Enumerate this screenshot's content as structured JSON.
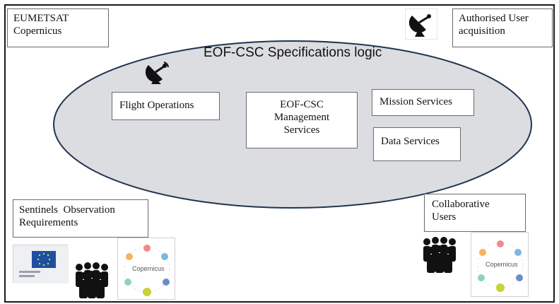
{
  "diagram": {
    "title": "EOF-CSC Specifications logic",
    "boxes": {
      "eumetsat": [
        "EUMETSAT",
        "Copernicus"
      ],
      "authorised": [
        "Authorised User",
        "acquisition"
      ],
      "flight_ops": "Flight Operations",
      "management": [
        "EOF-CSC",
        "Management",
        "Services"
      ],
      "mission": "Mission Services",
      "data": "Data Services",
      "sentinels": [
        "Sentinels  Observation",
        "Requirements"
      ],
      "collaborative": [
        "Collaborative",
        "Users"
      ]
    },
    "logos": {
      "copernicus_left": "Copernicus",
      "copernicus_right": "Copernicus"
    },
    "colors": {
      "ellipse_fill": "#dcdde0",
      "ellipse_stroke": "#1f3550",
      "eu_flag": "#1f4fa0",
      "people": "#111111"
    },
    "icons": [
      "satellite-dish-icon",
      "people-group-icon",
      "eu-flag-icon",
      "copernicus-logo-icon"
    ]
  }
}
